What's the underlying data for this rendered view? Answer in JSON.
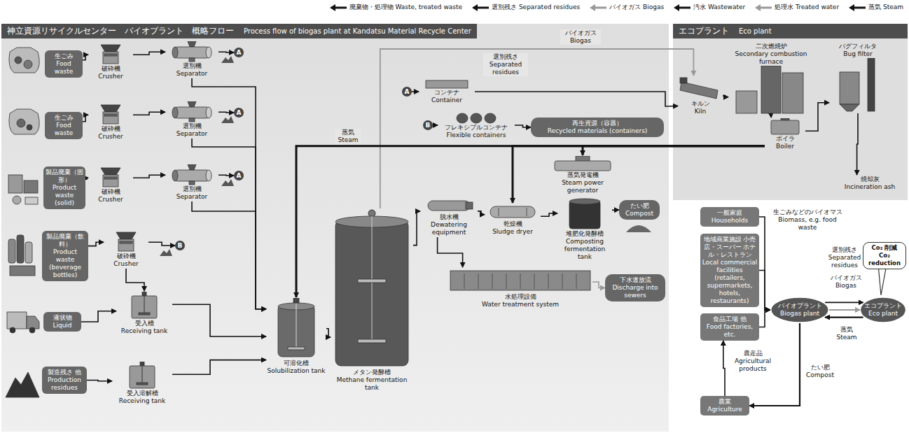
{
  "diagram": {
    "nodes": [
      {
        "text": [
          "神立資源リサイクルセンター　バイオプラント　概略フロー",
          "Process flow of biogas plant at Kandatsu Material Recycle Center"
        ]
      },
      {
        "text": [
          "エコプラント",
          "Eco plant"
        ]
      },
      {
        "text": [
          "生ごみ",
          "Food waste"
        ],
        "in": 0
      },
      {
        "text": [
          "破砕機",
          "Crusher"
        ],
        "in": 0
      },
      {
        "text": [
          "選別機",
          "Separator"
        ],
        "in": 0
      },
      {
        "text": [
          "生ごみ",
          "Food waste"
        ],
        "in": 0
      },
      {
        "text": [
          "破砕機",
          "Crusher"
        ],
        "in": 0
      },
      {
        "text": [
          "選別機",
          "Separator"
        ],
        "in": 0
      },
      {
        "text": [
          "製品廃棄（固形）",
          "Product waste (solid)"
        ],
        "in": 0
      },
      {
        "text": [
          "破砕機",
          "Crusher"
        ],
        "in": 0
      },
      {
        "text": [
          "選別機",
          "Separator"
        ],
        "in": 0
      },
      {
        "text": [
          "製品廃棄（飲料）",
          "Product waste (beverage bottles)"
        ],
        "in": 0
      },
      {
        "text": [
          "破砕機",
          "Crusher"
        ],
        "in": 0
      },
      {
        "text": [
          "液状物",
          "Liquid"
        ],
        "in": 0
      },
      {
        "text": [
          "受入槽",
          "Receiving tank"
        ],
        "in": 0
      },
      {
        "text": [
          "製造残さ 他",
          "Production residues"
        ],
        "in": 0
      },
      {
        "text": [
          "受入溶解槽",
          "Receiving tank"
        ],
        "in": 0
      },
      {
        "text": [
          "可溶化槽",
          "Solubilization tank"
        ],
        "in": 0
      },
      {
        "text": [
          "メタン発酵槽",
          "Methane fermentation tank"
        ],
        "in": 0
      },
      {
        "text": [
          "コンテナ",
          "Container"
        ],
        "in": 0
      },
      {
        "text": [
          "フレキシブルコンテナ",
          "Flexible containers"
        ],
        "in": 0
      },
      {
        "text": [
          "再生資源（容器）",
          "Recycled materials (containers)"
        ],
        "in": 0
      },
      {
        "text": [
          "脱水機",
          "Dewatering equipment"
        ],
        "in": 0
      },
      {
        "text": [
          "乾燥機",
          "Sludge dryer"
        ],
        "in": 0
      },
      {
        "text": [
          "蒸気発電機",
          "Steam power generator"
        ],
        "in": 0
      },
      {
        "text": [
          "たい肥",
          "Compost"
        ],
        "in": 0
      },
      {
        "text": [
          "堆肥化発酵槽",
          "Composting fermentation tank"
        ],
        "in": 0
      },
      {
        "text": [
          "水処理設備",
          "Water treatment system"
        ],
        "in": 0
      },
      {
        "text": [
          "下水道放流",
          "Discharge into sewers"
        ],
        "in": 0
      },
      {
        "text": [
          "キルン",
          "Kiln"
        ],
        "in": 1
      },
      {
        "text": [
          "二次燃焼炉",
          "Secondary combustion furnace"
        ],
        "in": 1
      },
      {
        "text": [
          "ボイラ",
          "Boiler"
        ],
        "in": 1
      },
      {
        "text": [
          "バグフィルタ",
          "Bug filter"
        ],
        "in": 1
      },
      {
        "text": [
          "焼却灰",
          "Incineration ash"
        ],
        "in": 1
      },
      {
        "text": [
          "一般家庭",
          "Households"
        ]
      },
      {
        "text": [
          "地域商業施設 小売店・スーパー ホテル・レストラン",
          "Local commercial facilities (retailers, supermarkets, hotels, restaurants)"
        ]
      },
      {
        "text": [
          "食品工場 他",
          "Food factories, etc."
        ]
      },
      {
        "text": [
          "バイオプラント",
          "Biogas plant"
        ]
      },
      {
        "text": [
          "エコプラント",
          "Eco plant"
        ]
      },
      {
        "text": [
          "Co₂ 削減",
          "Co₂ reduction"
        ]
      },
      {
        "text": [
          "農業",
          "Agriculture"
        ]
      },
      {
        "text": [
          "A"
        ],
        "in": 0
      },
      {
        "text": [
          "A"
        ],
        "in": 0
      },
      {
        "text": [
          "A"
        ],
        "in": 0
      },
      {
        "text": [
          "B"
        ],
        "in": 0
      },
      {
        "text": [
          "A"
        ],
        "in": 0
      },
      {
        "text": [
          "B"
        ],
        "in": 0
      }
    ],
    "edges": [
      {
        "from": 2,
        "to": 3,
        "arrow": "to"
      },
      {
        "from": 3,
        "to": 4,
        "arrow": "to"
      },
      {
        "from": 4,
        "to": 41,
        "arrow": "to"
      },
      {
        "from": 4,
        "to": 17,
        "arrow": "to"
      },
      {
        "from": 5,
        "to": 6,
        "arrow": "to"
      },
      {
        "from": 6,
        "to": 7,
        "arrow": "to"
      },
      {
        "from": 7,
        "to": 42,
        "arrow": "to"
      },
      {
        "from": 7,
        "to": 17,
        "arrow": "to"
      },
      {
        "from": 8,
        "to": 9,
        "arrow": "to"
      },
      {
        "from": 9,
        "to": 10,
        "arrow": "to"
      },
      {
        "from": 10,
        "to": 43,
        "arrow": "to"
      },
      {
        "from": 10,
        "to": 17,
        "arrow": "to"
      },
      {
        "from": 11,
        "to": 12,
        "arrow": "to"
      },
      {
        "from": 12,
        "to": 44,
        "arrow": "to"
      },
      {
        "from": 12,
        "to": 14,
        "arrow": "to"
      },
      {
        "from": 13,
        "to": 14,
        "arrow": "to"
      },
      {
        "from": 15,
        "to": 16,
        "arrow": "to"
      },
      {
        "from": 14,
        "to": 17,
        "arrow": "to"
      },
      {
        "from": 16,
        "to": 17,
        "arrow": "to"
      },
      {
        "from": 17,
        "to": 18,
        "arrow": "to"
      },
      {
        "from": 18,
        "to": 22,
        "arrow": "to"
      },
      {
        "from": 22,
        "to": 23,
        "arrow": "to"
      },
      {
        "from": 22,
        "to": 27,
        "arrow": "to"
      },
      {
        "from": 23,
        "to": 26,
        "arrow": "to"
      },
      {
        "from": 26,
        "to": 25,
        "arrow": "to"
      },
      {
        "from": 27,
        "to": 28,
        "arrow": "to"
      },
      {
        "from": 18,
        "to": 29,
        "label": "バイオガス Biogas",
        "arrow": "to"
      },
      {
        "from": 31,
        "to": 17,
        "label": "蒸気 Steam",
        "arrow": "to"
      },
      {
        "from": 31,
        "to": 23,
        "arrow": "to"
      },
      {
        "from": 31,
        "to": 24,
        "arrow": "to"
      },
      {
        "from": 45,
        "to": 19,
        "arrow": "to"
      },
      {
        "from": 19,
        "to": 29,
        "label": "選別残さ Separated residues",
        "arrow": "to"
      },
      {
        "from": 46,
        "to": 20,
        "arrow": "to"
      },
      {
        "from": 20,
        "to": 21,
        "arrow": "to"
      },
      {
        "from": 29,
        "to": 30,
        "arrow": "to"
      },
      {
        "from": 30,
        "to": 31,
        "arrow": "to"
      },
      {
        "from": 31,
        "to": 32,
        "arrow": "to"
      },
      {
        "from": 32,
        "to": 33,
        "arrow": "to"
      },
      {
        "from": 34,
        "to": 37,
        "label": "生ごみなどのバイオマス Biomass, e.g. food waste",
        "arrow": "to"
      },
      {
        "from": 35,
        "to": 37,
        "arrow": "to"
      },
      {
        "from": 36,
        "to": 37,
        "arrow": "to"
      },
      {
        "from": 37,
        "to": 38,
        "label": "選別残さ Separated residues",
        "arrow": "to"
      },
      {
        "from": 37,
        "to": 38,
        "label": "バイオガス Biogas",
        "arrow": "to"
      },
      {
        "from": 38,
        "to": 37,
        "label": "蒸気 Steam",
        "arrow": "to"
      },
      {
        "from": 37,
        "to": 40,
        "label": "たい肥 Compost",
        "arrow": "to"
      },
      {
        "from": 40,
        "to": 36,
        "label": "農産品 Agricultural products",
        "arrow": "to"
      }
    ],
    "legend": [
      {
        "text": "廃棄物・処理物 Waste, treated waste"
      },
      {
        "text": "選別残さ Separated residues"
      },
      {
        "text": "バイオガス Biogas"
      },
      {
        "text": "汚水 Wastewater"
      },
      {
        "text": "処理水 Treated water"
      },
      {
        "text": "蒸気 Steam"
      }
    ]
  }
}
